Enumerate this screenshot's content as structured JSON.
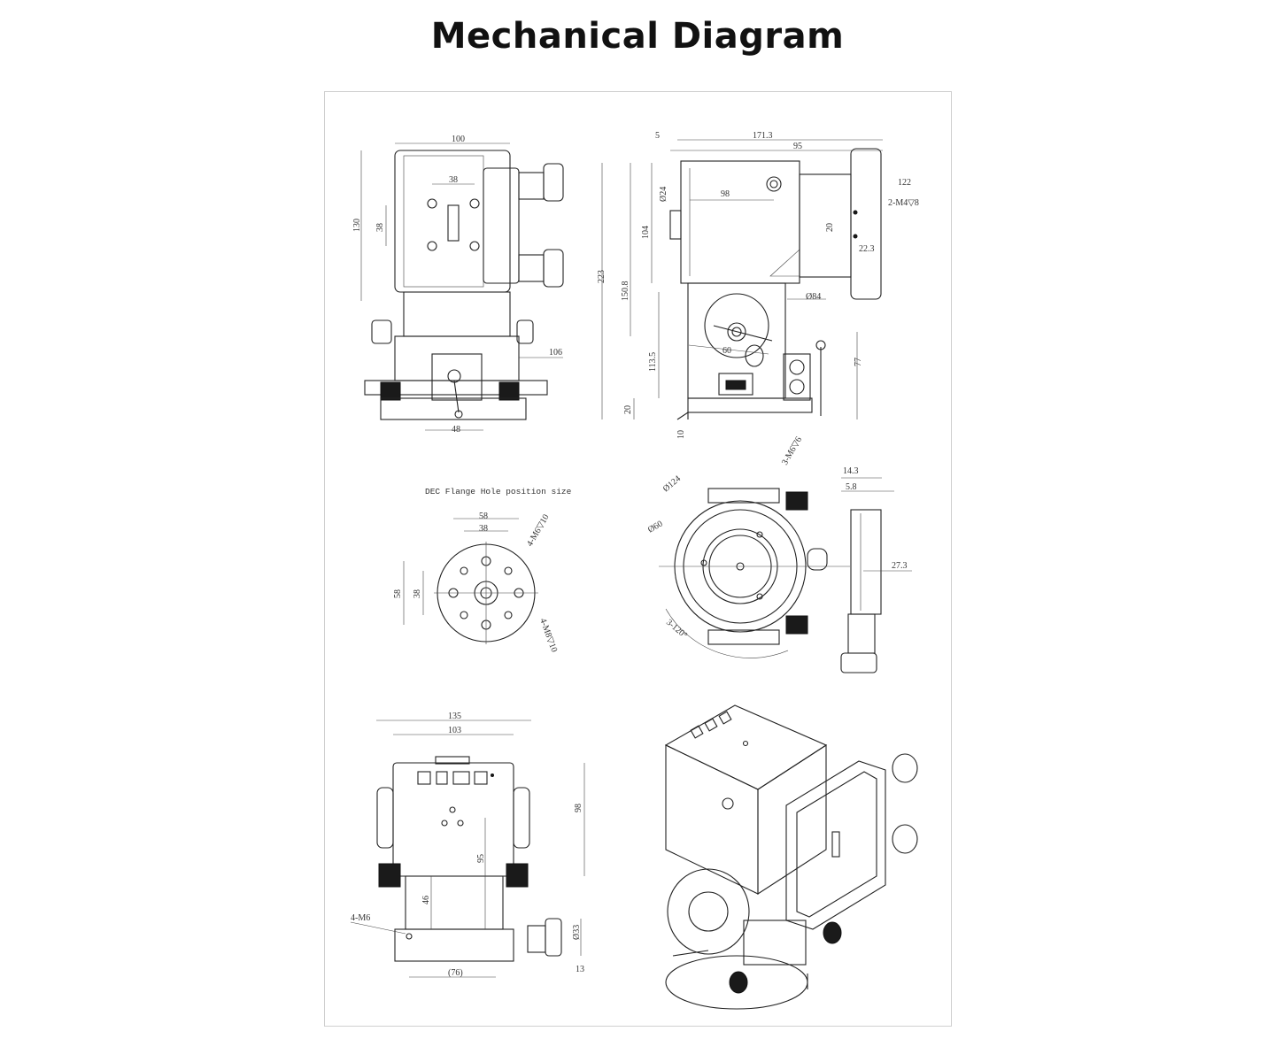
{
  "title": "Mechanical Diagram",
  "views": {
    "front": {
      "dims": [
        "100",
        "38",
        "130",
        "38",
        "106",
        "48"
      ]
    },
    "side": {
      "dims": [
        "5",
        "171.3",
        "95",
        "98",
        "Ø24",
        "104",
        "223",
        "150.8",
        "122",
        "2-M4▽8",
        "20",
        "22.3",
        "Ø84",
        "60",
        "113.5",
        "77",
        "20",
        "10"
      ]
    },
    "flange": {
      "caption": "DEC Flange Hole position size",
      "dims": [
        "58",
        "38",
        "4-M6▽10",
        "58",
        "38",
        "4-M8▽10"
      ]
    },
    "top": {
      "dims": [
        "Ø124",
        "Ø60",
        "3-M6▽6",
        "14.3",
        "5.8",
        "27.3",
        "3-120°"
      ]
    },
    "rear": {
      "dims": [
        "135",
        "103",
        "98",
        "95",
        "46",
        "4-M6",
        "Ø33",
        "(76)",
        "13"
      ]
    }
  }
}
